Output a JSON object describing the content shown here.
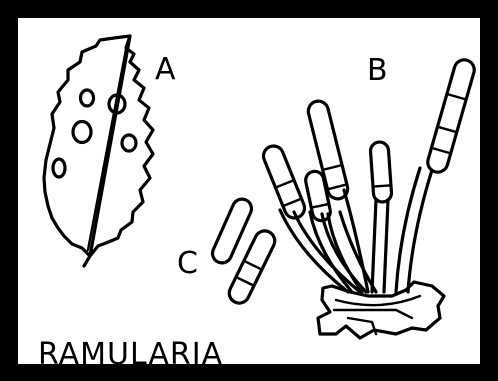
{
  "labels": {
    "leaf": "A",
    "conidiophores": "B",
    "spores": "C",
    "genus": "RAMULARIA"
  }
}
